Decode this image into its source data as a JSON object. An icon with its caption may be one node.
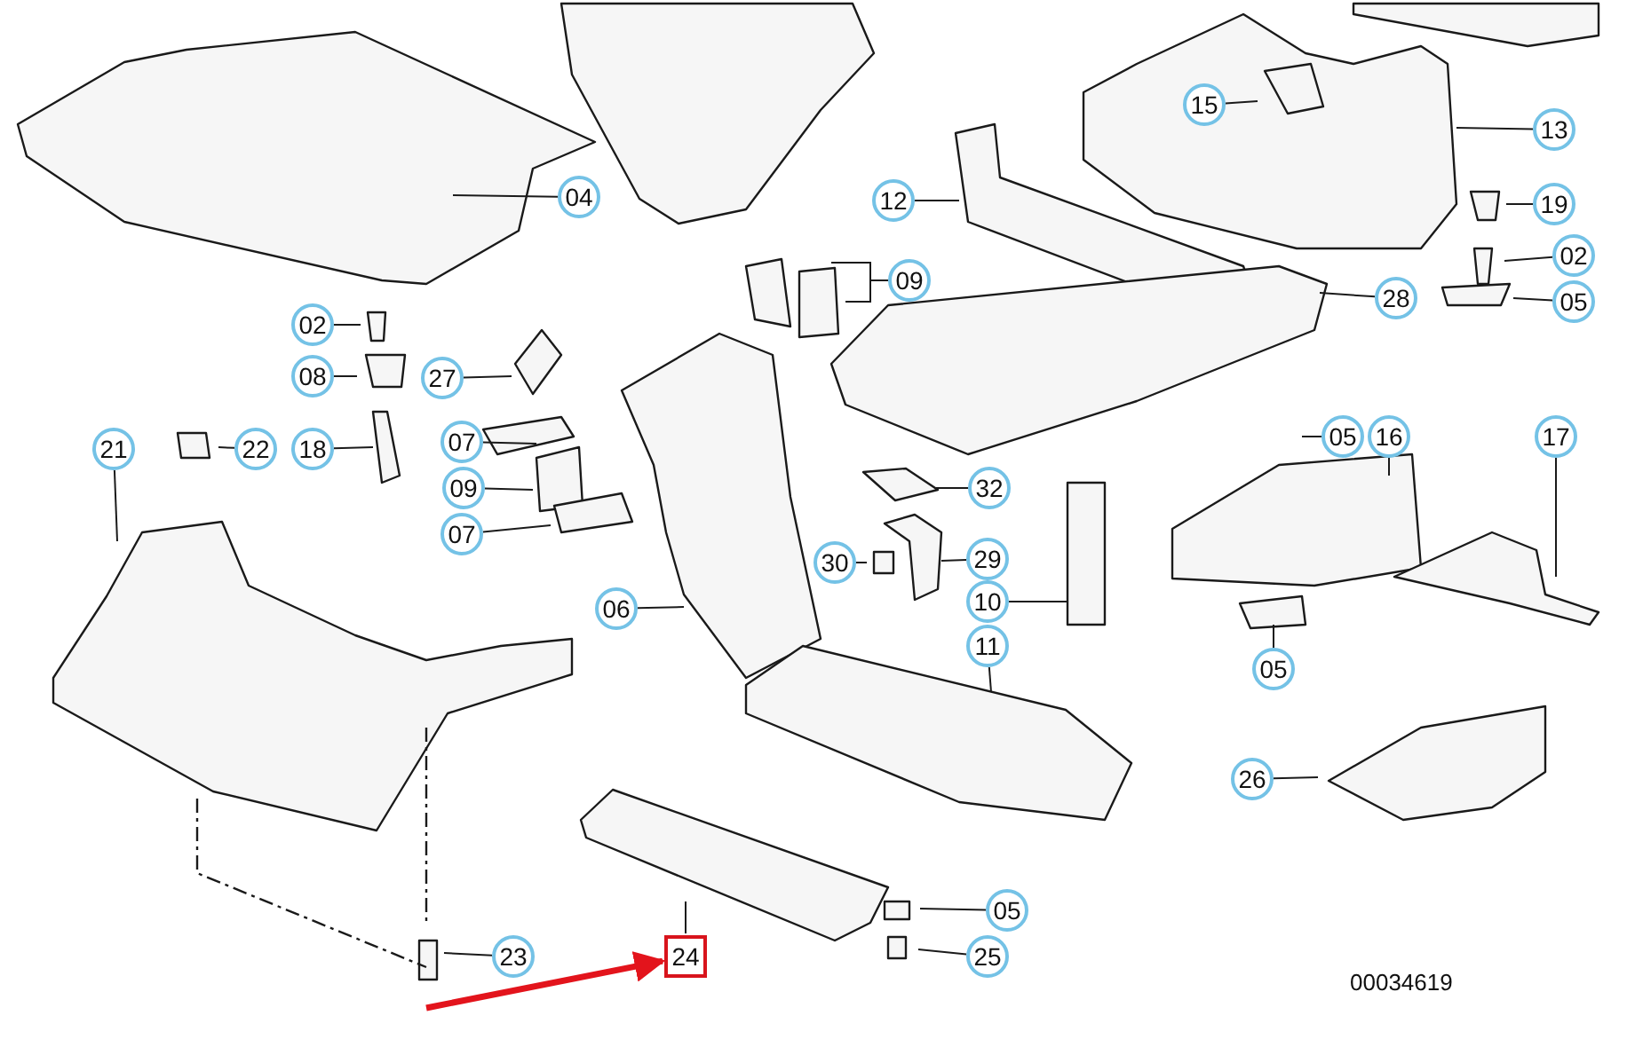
{
  "diagram": {
    "nodes": [
      {
        "text": [
          "15"
        ]
      },
      {
        "text": [
          "13"
        ]
      },
      {
        "text": [
          "04"
        ]
      },
      {
        "text": [
          "12"
        ]
      },
      {
        "text": [
          "19"
        ]
      },
      {
        "text": [
          "02"
        ]
      },
      {
        "text": [
          "09"
        ]
      },
      {
        "text": [
          "28"
        ]
      },
      {
        "text": [
          "05"
        ]
      },
      {
        "text": [
          "02"
        ]
      },
      {
        "text": [
          "08"
        ]
      },
      {
        "text": [
          "27"
        ]
      },
      {
        "text": [
          "05"
        ]
      },
      {
        "text": [
          "16"
        ]
      },
      {
        "text": [
          "17"
        ]
      },
      {
        "text": [
          "21"
        ]
      },
      {
        "text": [
          "22"
        ]
      },
      {
        "text": [
          "18"
        ]
      },
      {
        "text": [
          "07"
        ]
      },
      {
        "text": [
          "09"
        ]
      },
      {
        "text": [
          "32"
        ]
      },
      {
        "text": [
          "07"
        ]
      },
      {
        "text": [
          "30"
        ]
      },
      {
        "text": [
          "29"
        ]
      },
      {
        "text": [
          "10"
        ]
      },
      {
        "text": [
          "06"
        ]
      },
      {
        "text": [
          "11"
        ]
      },
      {
        "text": [
          "05"
        ]
      },
      {
        "text": [
          "26"
        ]
      },
      {
        "text": [
          "05"
        ]
      },
      {
        "text": [
          "23"
        ]
      },
      {
        "text": [
          "24"
        ]
      },
      {
        "text": [
          "25"
        ]
      }
    ],
    "edges": [
      {
        "from": 0,
        "to": null,
        "arrow": "none"
      },
      {
        "from": 1,
        "to": null,
        "arrow": "none"
      },
      {
        "from": 2,
        "to": null,
        "arrow": "none"
      },
      {
        "from": 3,
        "to": null,
        "arrow": "none"
      },
      {
        "from": 4,
        "to": null,
        "arrow": "none"
      },
      {
        "from": 5,
        "to": null,
        "arrow": "none"
      },
      {
        "from": 6,
        "to": null,
        "arrow": "none"
      },
      {
        "from": 6,
        "to": null,
        "arrow": "none"
      },
      {
        "from": 7,
        "to": null,
        "arrow": "none"
      },
      {
        "from": 8,
        "to": null,
        "arrow": "none"
      },
      {
        "from": 9,
        "to": null,
        "arrow": "none"
      },
      {
        "from": 10,
        "to": null,
        "arrow": "none"
      },
      {
        "from": 11,
        "to": null,
        "arrow": "none"
      },
      {
        "from": 12,
        "to": null,
        "arrow": "none"
      },
      {
        "from": 13,
        "to": null,
        "arrow": "none"
      },
      {
        "from": 14,
        "to": null,
        "arrow": "none"
      },
      {
        "from": 15,
        "to": null,
        "arrow": "none"
      },
      {
        "from": 16,
        "to": null,
        "arrow": "none"
      },
      {
        "from": 17,
        "to": null,
        "arrow": "none"
      },
      {
        "from": 18,
        "to": null,
        "arrow": "none"
      },
      {
        "from": 19,
        "to": null,
        "arrow": "none"
      },
      {
        "from": 20,
        "to": null,
        "arrow": "none"
      },
      {
        "from": 21,
        "to": null,
        "arrow": "none"
      },
      {
        "from": 22,
        "to": null,
        "arrow": "none"
      },
      {
        "from": 23,
        "to": null,
        "arrow": "none"
      },
      {
        "from": 24,
        "to": null,
        "arrow": "none"
      },
      {
        "from": 25,
        "to": null,
        "arrow": "none"
      },
      {
        "from": 26,
        "to": null,
        "arrow": "none"
      },
      {
        "from": 27,
        "to": null,
        "arrow": "none"
      },
      {
        "from": 28,
        "to": null,
        "arrow": "none"
      },
      {
        "from": 29,
        "to": null,
        "arrow": "none"
      },
      {
        "from": 30,
        "to": null,
        "arrow": "none"
      },
      {
        "from": 31,
        "to": null,
        "arrow": "none"
      },
      {
        "from": 32,
        "to": null,
        "arrow": "none"
      },
      {
        "from": null,
        "to": 31,
        "arrow": "to",
        "style": "thick",
        "color": "#e3141c"
      }
    ],
    "labels": [
      "00034619"
    ]
  }
}
